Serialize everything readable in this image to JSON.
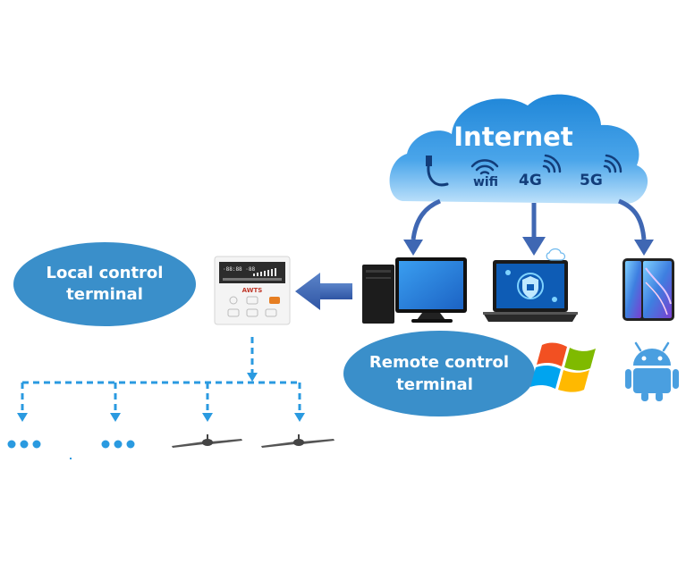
{
  "cloud": {
    "title": "Internet",
    "connections": {
      "wired": "cable-icon",
      "wifi": "wifi",
      "g4": "4G",
      "g5": "5G"
    }
  },
  "local": {
    "label_line1": "Local control",
    "label_line2": "terminal",
    "panel_screen": "·88:88 ·88",
    "panel_brand": "AWTS"
  },
  "remote": {
    "label_line1": "Remote control",
    "label_line2": "terminal",
    "devices": [
      "desktop-computer",
      "laptop",
      "smartphone"
    ],
    "os": [
      "windows-logo",
      "android-robot"
    ]
  },
  "colors": {
    "cloud": "#2a90dd",
    "ellipse": "#3a8fca",
    "arrow": "#3f67b3",
    "dash": "#2a9ae0"
  }
}
